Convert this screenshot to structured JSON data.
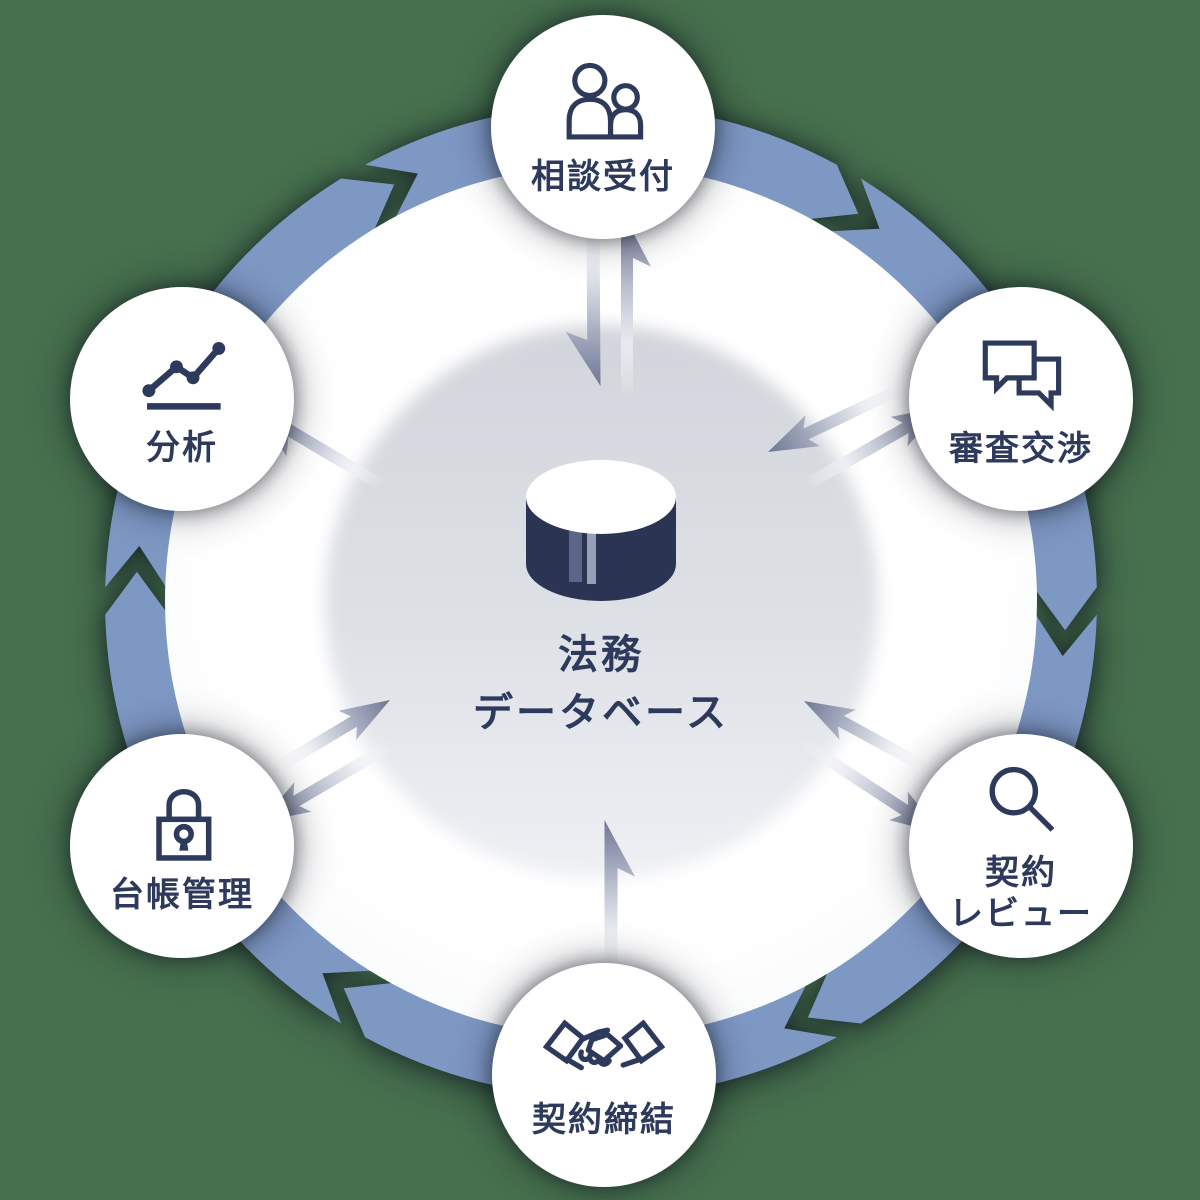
{
  "diagram": {
    "flow_direction": "clockwise",
    "center": {
      "icon": "database-cylinder-icon",
      "title_lines": [
        "法務",
        "データベース"
      ]
    },
    "nodes": [
      {
        "id": "consultation-intake",
        "position": "top",
        "icon": "people-icon",
        "label_lines": [
          "相談受付"
        ]
      },
      {
        "id": "review-negotiation",
        "position": "top-right",
        "icon": "chat-bubbles-icon",
        "label_lines": [
          "審査交渉"
        ]
      },
      {
        "id": "contract-review",
        "position": "bottom-right",
        "icon": "magnifier-icon",
        "label_lines": [
          "契約",
          "レビュー"
        ]
      },
      {
        "id": "contract-signing",
        "position": "bottom",
        "icon": "handshake-icon",
        "label_lines": [
          "契約締結"
        ]
      },
      {
        "id": "ledger-management",
        "position": "bottom-left",
        "icon": "padlock-icon",
        "label_lines": [
          "台帳管理"
        ]
      },
      {
        "id": "analysis",
        "position": "top-left",
        "icon": "line-chart-icon",
        "label_lines": [
          "分析"
        ]
      }
    ],
    "connections": [
      {
        "spoke": "top",
        "arrows": [
          "to-center",
          "to-node"
        ]
      },
      {
        "spoke": "top-right",
        "arrows": [
          "to-center",
          "to-node"
        ]
      },
      {
        "spoke": "bottom-right",
        "arrows": [
          "to-center",
          "to-node"
        ]
      },
      {
        "spoke": "bottom",
        "arrows": [
          "to-center"
        ]
      },
      {
        "spoke": "bottom-left",
        "arrows": [
          "to-center",
          "to-node"
        ]
      },
      {
        "spoke": "top-left",
        "arrows": [
          "to-node"
        ]
      }
    ],
    "colors": {
      "background": "#46704e",
      "ring": "#7e98c4",
      "navy": "#2e3a5c",
      "node_fill": "#ffffff",
      "disc_top": "#d2d5db",
      "disc_bottom": "#eef0f4",
      "arrow_head": "#6d7694",
      "arrow_tail": "#e9ecf2",
      "cylinder_body": "#2b3453",
      "cylinder_stripe1": "#5a6587",
      "cylinder_stripe2": "#98a0b8"
    }
  }
}
